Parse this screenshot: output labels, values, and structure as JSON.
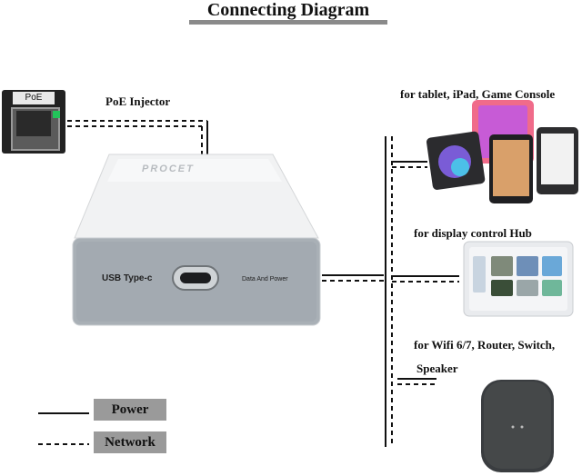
{
  "title": "Connecting Diagram",
  "poe_port": {
    "label": "PoE"
  },
  "injector": {
    "label": "PoE Injector",
    "brand": "PROCET",
    "port_label": "USB Type-c",
    "output_label": "Data And Power"
  },
  "devices": {
    "tablet": "for tablet, iPad, Game Console",
    "hub": "for display control Hub",
    "router_line1": "for Wifi 6/7, Router, Switch,",
    "router_line2": "Speaker"
  },
  "legend": {
    "power": "Power",
    "network": "Network"
  },
  "colors": {
    "title_bar": "#8a8a8a",
    "device_front": "#a9b0b6",
    "legend_box": "#9a9a9a"
  }
}
